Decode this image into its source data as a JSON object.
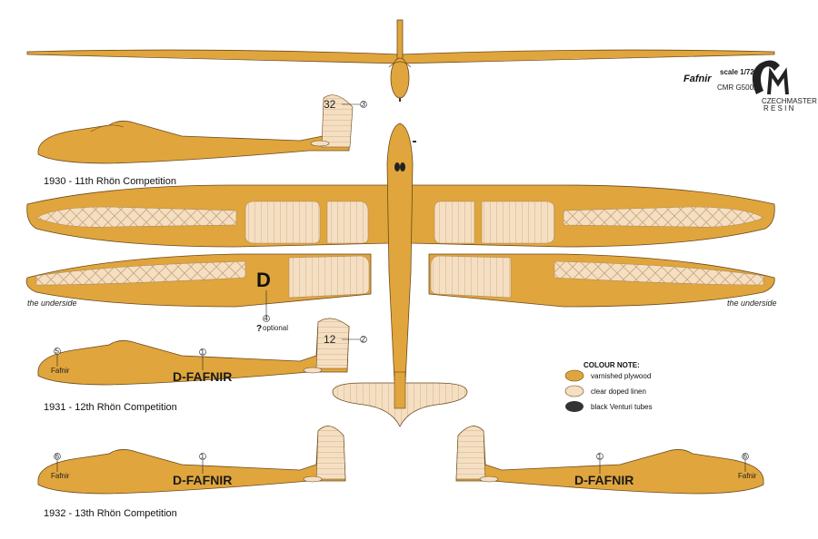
{
  "header": {
    "title": "Fafnir",
    "scale": "scale 1/72",
    "code": "CMR G5002",
    "brand": "CMR",
    "brand_sub": "CZECHMASTER",
    "brand_sub2": "R E S I N"
  },
  "profiles": [
    {
      "caption": "1930 - 11th Rhön Competition",
      "fin_number": "32",
      "callout": "3"
    },
    {
      "caption": "1931 - 12th Rhön Competition",
      "fin_number": "12",
      "registration": "D-FAFNIR",
      "callout_nose": "5",
      "callout_mid": "1",
      "callout_fin": "2",
      "nose_text": "Fafnir"
    },
    {
      "caption": "1932 - 13th Rhön Competition",
      "registration": "D-FAFNIR",
      "callout_nose": "6",
      "callout_mid": "1",
      "nose_text": "Fafnir"
    },
    {
      "registration": "D-FAFNIR",
      "callout_nose": "6",
      "callout_mid": "1",
      "nose_text": "Fafnir"
    }
  ],
  "underside": {
    "left_label": "the underside",
    "right_label": "the underside",
    "marking": "D",
    "optional_callout": "4",
    "optional_text": "optional"
  },
  "legend": {
    "title": "COLOUR NOTE:",
    "items": [
      {
        "label": "varnished plywood",
        "color": "#e0a53c"
      },
      {
        "label": "clear doped linen",
        "color": "#f5dfc3"
      },
      {
        "label": "black Venturi tubes",
        "color": "#333333"
      }
    ]
  },
  "colors": {
    "plywood": "#e0a53c",
    "linen": "#f5dfc3",
    "outline": "#6b4a1c"
  }
}
